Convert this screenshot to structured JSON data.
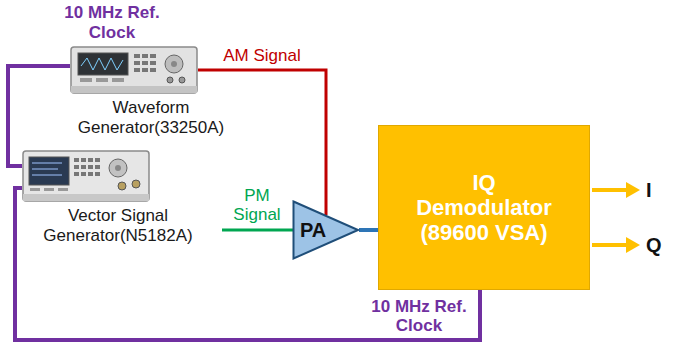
{
  "diagram": {
    "nodes": [
      {
        "text": [
          "Waveform Generator(33250A)"
        ]
      },
      {
        "text": [
          "Vector Signal Generator(N5182A)"
        ]
      },
      {
        "text": [
          "PA"
        ]
      },
      {
        "text": [
          "IQ Demodulator (89600 VSA)"
        ]
      }
    ],
    "edges": [
      {
        "from": 0,
        "to": 2,
        "label": "AM Signal",
        "arrow": "none"
      },
      {
        "from": 1,
        "to": 2,
        "label": "PM Signal",
        "arrow": "none"
      },
      {
        "from": 2,
        "to": 3,
        "arrow": "none"
      },
      {
        "from": 0,
        "to": 1,
        "label": "10 MHz Ref. Clock",
        "arrow": "none"
      },
      {
        "from": 1,
        "to": 3,
        "label": "10 MHz Ref. Clock",
        "arrow": "none"
      }
    ],
    "labels": [
      "I",
      "Q"
    ]
  }
}
